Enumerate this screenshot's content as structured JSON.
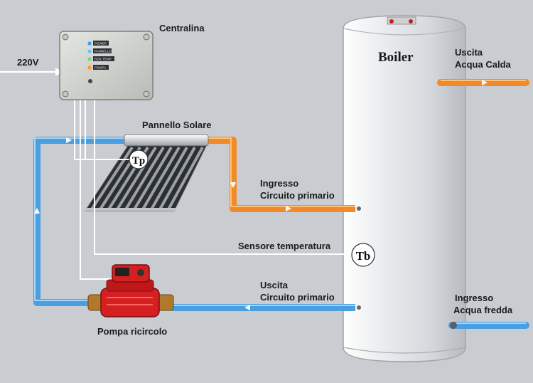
{
  "labels": {
    "controller": "Centralina",
    "power_input": "220V",
    "solar_panel": "Pannello Solare",
    "boiler": "Boiler",
    "hot_out_1": "Uscita",
    "hot_out_2": "Acqua Calda",
    "primary_in_1": "Ingresso",
    "primary_in_2": "Circuito primario",
    "temp_sensor": "Sensore temperatura",
    "primary_out_1": "Uscita",
    "primary_out_2": "Circuito primario",
    "cold_in_1": "Ingresso",
    "cold_in_2": "Acqua fredda",
    "pump": "Pompa ricircolo",
    "sensor_tp": "Tp",
    "sensor_tb": "Tb"
  },
  "controller_panel": {
    "leds": [
      {
        "label": "POWER",
        "color": "#3aa0ff"
      },
      {
        "label": "PANNELLO",
        "color": "#6ac0ff"
      },
      {
        "label": "BOIL TEMP",
        "color": "#7bd67b"
      },
      {
        "label": "POMPA",
        "color": "#ff9a2a"
      }
    ]
  },
  "colors": {
    "background": "#c9ccd0",
    "hot_pipe": "#f08a2a",
    "cold_pipe": "#4a9fe0",
    "wire": "#ffffff",
    "pump": "#d42020",
    "boiler": "#e8eaed"
  }
}
